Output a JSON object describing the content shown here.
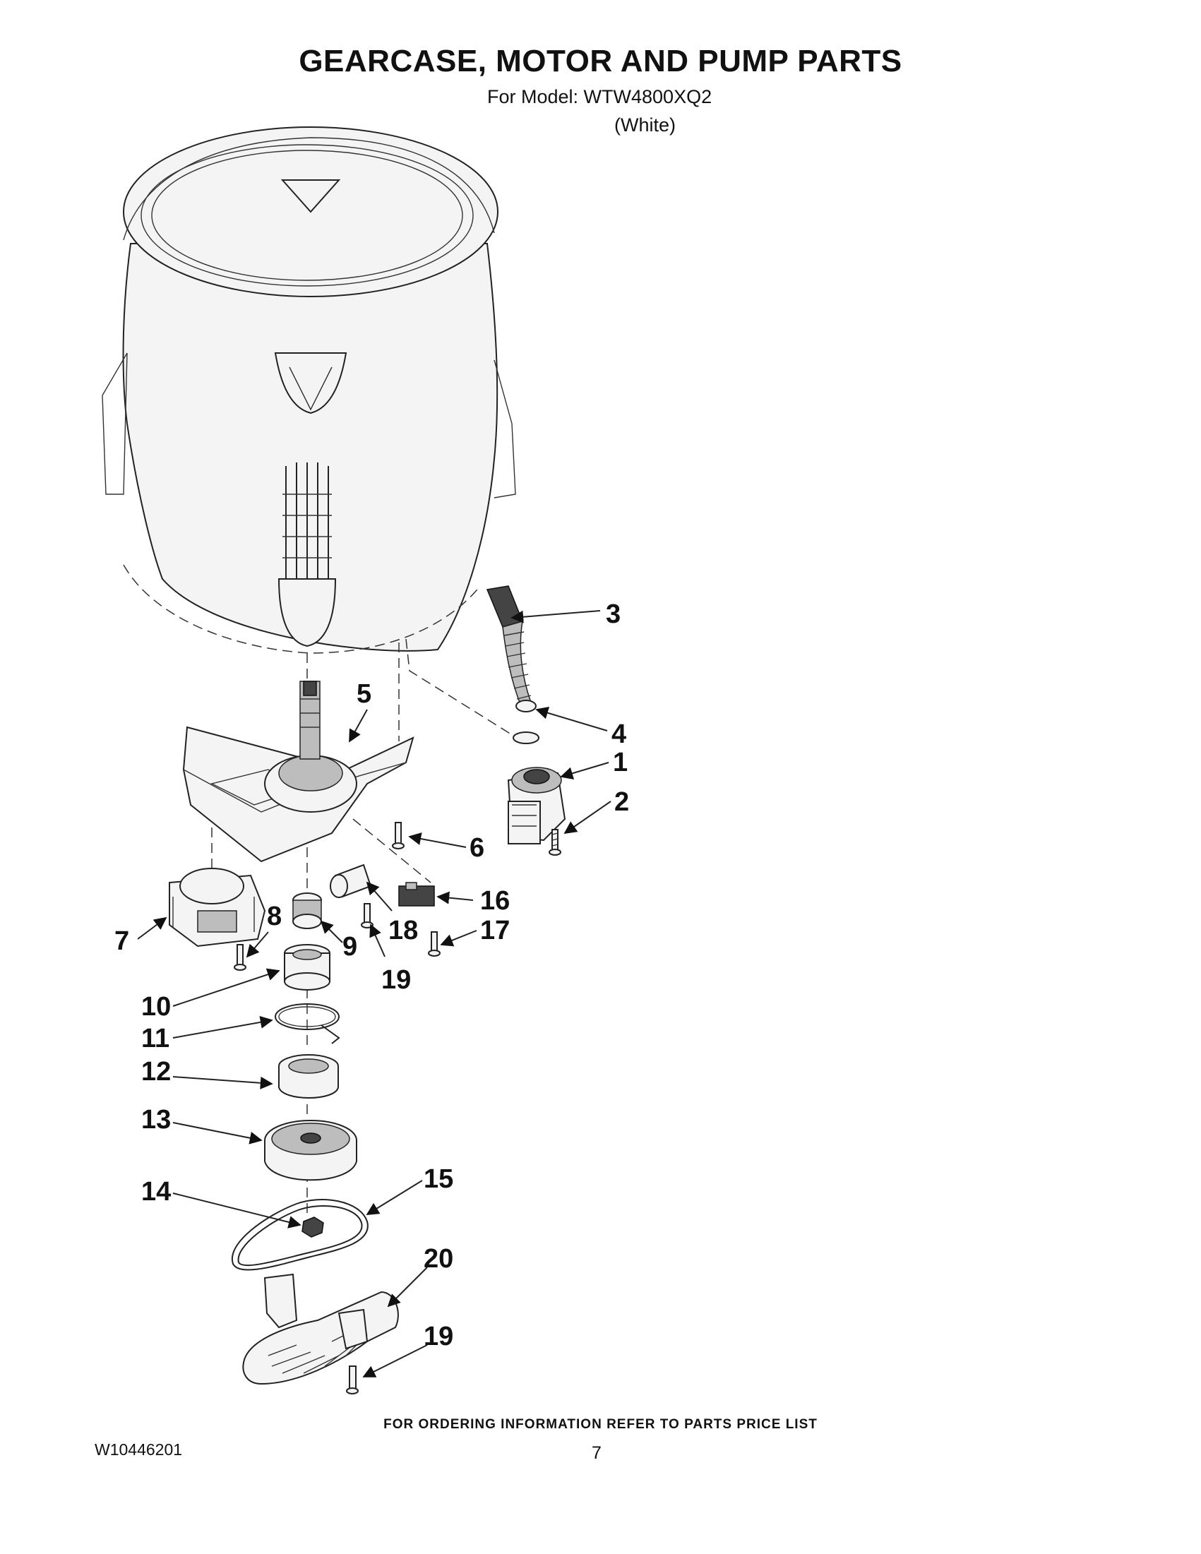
{
  "header": {
    "title": "GEARCASE, MOTOR AND PUMP PARTS",
    "model_line": "For Model: WTW4800XQ2",
    "color_line": "(White)"
  },
  "callouts": [
    "1",
    "2",
    "3",
    "4",
    "5",
    "6",
    "7",
    "8",
    "9",
    "10",
    "11",
    "12",
    "13",
    "14",
    "15",
    "16",
    "17",
    "18",
    "19",
    "20",
    "19"
  ],
  "footer": {
    "ordering_info": "FOR ORDERING INFORMATION REFER TO PARTS PRICE LIST",
    "document_number": "W10446201",
    "page_number": "7"
  }
}
